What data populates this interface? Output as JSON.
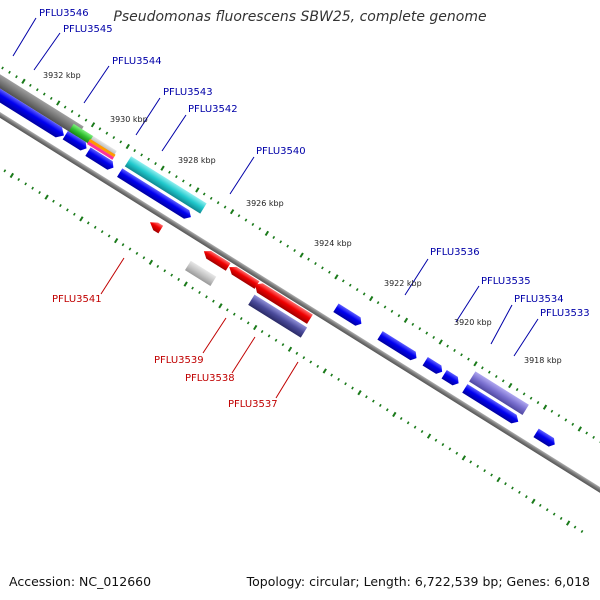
{
  "title": "Pseudomonas fluorescens SBW25, complete genome",
  "footer": {
    "accession": "Accession: NC_012660",
    "summary": "Topology: circular; Length: 6,722,539 bp; Genes: 6,018"
  },
  "colors": {
    "forward_label": "#0000a8",
    "reverse_label": "#c00000",
    "tick": "#1a7a1a",
    "backbone": "#888888"
  },
  "scale_labels": [
    "3932 kbp",
    "3930 kbp",
    "3928 kbp",
    "3926 kbp",
    "3924 kbp",
    "3922 kbp",
    "3920 kbp",
    "3918 kbp"
  ],
  "gene_labels": {
    "PFLU3546": "PFLU3546",
    "PFLU3545": "PFLU3545",
    "PFLU3544": "PFLU3544",
    "PFLU3543": "PFLU3543",
    "PFLU3542": "PFLU3542",
    "PFLU3541": "PFLU3541",
    "PFLU3540": "PFLU3540",
    "PFLU3539": "PFLU3539",
    "PFLU3538": "PFLU3538",
    "PFLU3537": "PFLU3537",
    "PFLU3536": "PFLU3536",
    "PFLU3535": "PFLU3535",
    "PFLU3534": "PFLU3534",
    "PFLU3533": "PFLU3533"
  }
}
